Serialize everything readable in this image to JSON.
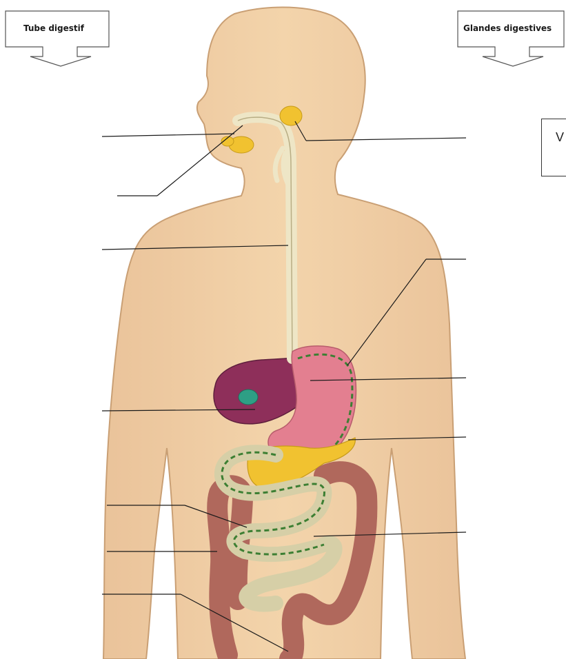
{
  "signs": {
    "left": "Tube digestif",
    "right": "Glandes digestives"
  },
  "side_box": {
    "letter": "V"
  },
  "colors": {
    "skin": "#f0cfa2",
    "skin_outline": "#c99f74",
    "tube": "#eee6c6",
    "liver": "#8e2f5a",
    "gallbladder": "#2e9f85",
    "stomach": "#e37f90",
    "glands": "#f1c230",
    "large_intestine": "#b0685c",
    "small_intestine": "#d6cfa7",
    "dashed_path": "#3c7f33",
    "leader_lines": "#1a1a1a"
  },
  "label_lines": {
    "left_count": 7,
    "right_count": 5
  }
}
